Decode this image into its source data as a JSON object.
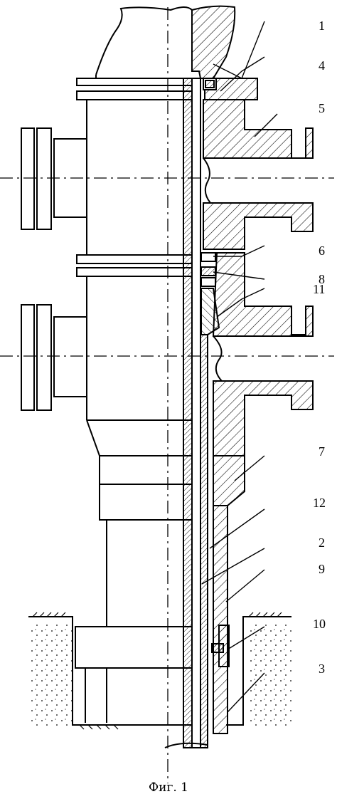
{
  "figure": {
    "caption": "Фиг. 1",
    "callouts": [
      "1",
      "4",
      "5",
      "6",
      "8",
      "11",
      "7",
      "12",
      "2",
      "9",
      "10",
      "3"
    ]
  }
}
